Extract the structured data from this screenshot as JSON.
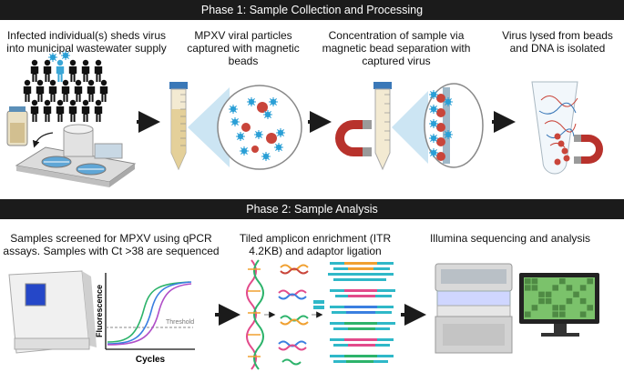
{
  "phase1": {
    "title": "Phase 1: Sample Collection and Processing",
    "steps": [
      {
        "caption": "Infected individual(s) sheds virus into municipal  wastewater supply"
      },
      {
        "caption": "MPXV viral particles captured with magnetic beads"
      },
      {
        "caption": "Concentration of sample via magnetic bead separation with captured virus"
      },
      {
        "caption": "Virus lysed from beads and DNA is isolated"
      }
    ]
  },
  "phase2": {
    "title": "Phase 2: Sample Analysis",
    "steps": [
      {
        "caption": "Samples screened for MPXV using qPCR assays. Samples with Ct >38 are sequenced"
      },
      {
        "caption": "Tiled amplicon enrichment (ITR 4.2KB) and adaptor ligation"
      },
      {
        "caption": "Illumina sequencing and analysis"
      }
    ]
  },
  "qpcr_plot": {
    "ylabel": "Fluorescence",
    "xlabel": "Cycles",
    "threshold_label": "Threshold"
  },
  "colors": {
    "header_bg": "#1b1b1b",
    "arrow": "#1b1b1b",
    "person": "#111111",
    "infected_person": "#3aa6d6",
    "bead": "#c9453a",
    "virus": "#2a9fd6",
    "magnet": "#b8322c",
    "curve_green": "#2db36b",
    "curve_blue": "#3a7fe0",
    "curve_purple": "#b04fc8",
    "sequencer_screen": "#7bc26b"
  }
}
